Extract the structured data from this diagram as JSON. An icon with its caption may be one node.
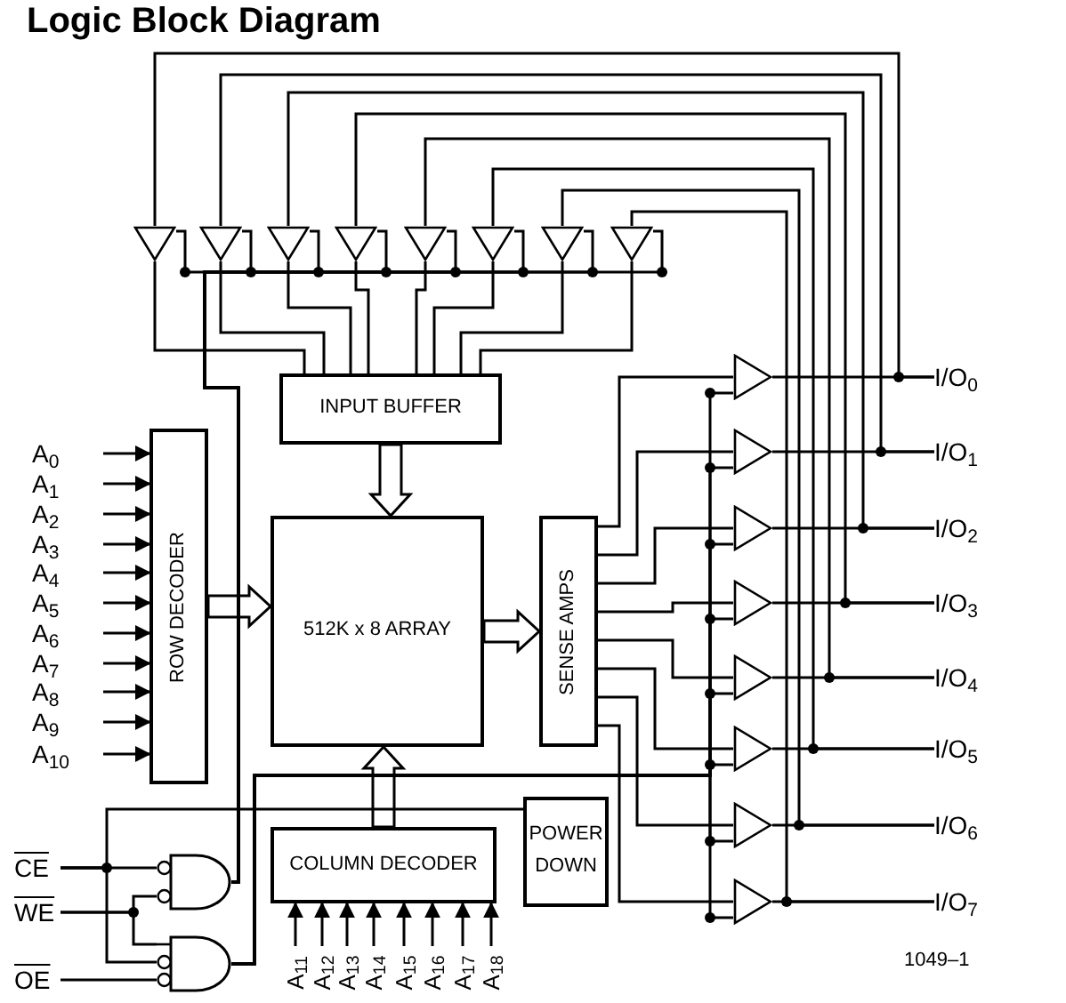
{
  "diagram": {
    "title": "Logic Block Diagram",
    "nodes": [
      {
        "text": [
          "INPUT BUFFER"
        ]
      },
      {
        "text": [
          "512K x 8 ARRAY"
        ]
      },
      {
        "text": [
          "ROW DECODER"
        ]
      },
      {
        "text": [
          "SENSE AMPS"
        ]
      },
      {
        "text": [
          "COLUMN DECODER"
        ]
      },
      {
        "text": [
          "POWER DOWN"
        ]
      },
      {
        "text": [
          "A$_{0}$"
        ]
      },
      {
        "text": [
          "A$_{1}$"
        ]
      },
      {
        "text": [
          "A$_{2}$"
        ]
      },
      {
        "text": [
          "A$_{3}$"
        ]
      },
      {
        "text": [
          "A$_{4}$"
        ]
      },
      {
        "text": [
          "A$_{5}$"
        ]
      },
      {
        "text": [
          "A$_{6}$"
        ]
      },
      {
        "text": [
          "A$_{7}$"
        ]
      },
      {
        "text": [
          "A$_{8}$"
        ]
      },
      {
        "text": [
          "A$_{9}$"
        ]
      },
      {
        "text": [
          "A$_{10}$"
        ]
      },
      {
        "text": [
          "A$_{11}$"
        ]
      },
      {
        "text": [
          "A$_{12}$"
        ]
      },
      {
        "text": [
          "A$_{13}$"
        ]
      },
      {
        "text": [
          "A$_{14}$"
        ]
      },
      {
        "text": [
          "A$_{15}$"
        ]
      },
      {
        "text": [
          "A$_{16}$"
        ]
      },
      {
        "text": [
          "A$_{17}$"
        ]
      },
      {
        "text": [
          "A$_{18}$"
        ]
      },
      {
        "text": [
          "CE"
        ]
      },
      {
        "text": [
          "WE"
        ]
      },
      {
        "text": [
          "OE"
        ]
      },
      {
        "text": [
          "I/O$_{0}$"
        ]
      },
      {
        "text": [
          "I/O$_{1}$"
        ]
      },
      {
        "text": [
          "I/O$_{2}$"
        ]
      },
      {
        "text": [
          "I/O$_{3}$"
        ]
      },
      {
        "text": [
          "I/O$_{4}$"
        ]
      },
      {
        "text": [
          "I/O$_{5}$"
        ]
      },
      {
        "text": [
          "I/O$_{6}$"
        ]
      },
      {
        "text": [
          "I/O$_{7}$"
        ]
      },
      {
        "text": [],
        "shape": "triangle"
      },
      {
        "text": [],
        "shape": "triangle"
      },
      {
        "text": [],
        "shape": "triangle"
      },
      {
        "text": [],
        "shape": "triangle"
      },
      {
        "text": [],
        "shape": "triangle"
      },
      {
        "text": [],
        "shape": "triangle"
      },
      {
        "text": [],
        "shape": "triangle"
      },
      {
        "text": [],
        "shape": "triangle"
      },
      {
        "text": [],
        "shape": "triangle"
      },
      {
        "text": [],
        "shape": "triangle"
      },
      {
        "text": [],
        "shape": "triangle"
      },
      {
        "text": [],
        "shape": "triangle"
      },
      {
        "text": [],
        "shape": "triangle"
      },
      {
        "text": [],
        "shape": "triangle"
      },
      {
        "text": [],
        "shape": "triangle"
      },
      {
        "text": [],
        "shape": "triangle"
      },
      {
        "text": [],
        "shape": "gate"
      },
      {
        "text": [],
        "shape": "gate"
      }
    ],
    "edges": [
      {
        "from": 6,
        "to": 2,
        "arrow": "to"
      },
      {
        "from": 7,
        "to": 2,
        "arrow": "to"
      },
      {
        "from": 8,
        "to": 2,
        "arrow": "to"
      },
      {
        "from": 9,
        "to": 2,
        "arrow": "to"
      },
      {
        "from": 10,
        "to": 2,
        "arrow": "to"
      },
      {
        "from": 11,
        "to": 2,
        "arrow": "to"
      },
      {
        "from": 12,
        "to": 2,
        "arrow": "to"
      },
      {
        "from": 13,
        "to": 2,
        "arrow": "to"
      },
      {
        "from": 14,
        "to": 2,
        "arrow": "to"
      },
      {
        "from": 15,
        "to": 2,
        "arrow": "to"
      },
      {
        "from": 16,
        "to": 2,
        "arrow": "to"
      },
      {
        "from": 17,
        "to": 4,
        "arrow": "to"
      },
      {
        "from": 18,
        "to": 4,
        "arrow": "to"
      },
      {
        "from": 19,
        "to": 4,
        "arrow": "to"
      },
      {
        "from": 20,
        "to": 4,
        "arrow": "to"
      },
      {
        "from": 21,
        "to": 4,
        "arrow": "to"
      },
      {
        "from": 22,
        "to": 4,
        "arrow": "to"
      },
      {
        "from": 23,
        "to": 4,
        "arrow": "to"
      },
      {
        "from": 24,
        "to": 4,
        "arrow": "to"
      },
      {
        "from": 0,
        "to": 1,
        "arrow": "to",
        "style": "thick"
      },
      {
        "from": 2,
        "to": 1,
        "arrow": "to",
        "style": "thick"
      },
      {
        "from": 4,
        "to": 1,
        "arrow": "to",
        "style": "thick"
      },
      {
        "from": 1,
        "to": 3,
        "arrow": "to",
        "style": "thick"
      },
      {
        "from": 25,
        "to": 52,
        "arrow": "none"
      },
      {
        "from": 26,
        "to": 52,
        "arrow": "none"
      },
      {
        "from": 26,
        "to": 53,
        "arrow": "none"
      },
      {
        "from": 25,
        "to": 53,
        "arrow": "none"
      },
      {
        "from": 27,
        "to": 53,
        "arrow": "none"
      },
      {
        "from": 25,
        "to": 5,
        "arrow": "none"
      },
      {
        "from": 52,
        "to": 36,
        "arrow": "none"
      },
      {
        "from": 52,
        "to": 37,
        "arrow": "none"
      },
      {
        "from": 52,
        "to": 38,
        "arrow": "none"
      },
      {
        "from": 52,
        "to": 39,
        "arrow": "none"
      },
      {
        "from": 52,
        "to": 40,
        "arrow": "none"
      },
      {
        "from": 52,
        "to": 41,
        "arrow": "none"
      },
      {
        "from": 52,
        "to": 42,
        "arrow": "none"
      },
      {
        "from": 52,
        "to": 43,
        "arrow": "none"
      },
      {
        "from": 53,
        "to": 44,
        "arrow": "none"
      },
      {
        "from": 53,
        "to": 45,
        "arrow": "none"
      },
      {
        "from": 53,
        "to": 46,
        "arrow": "none"
      },
      {
        "from": 53,
        "to": 47,
        "arrow": "none"
      },
      {
        "from": 53,
        "to": 48,
        "arrow": "none"
      },
      {
        "from": 53,
        "to": 49,
        "arrow": "none"
      },
      {
        "from": 53,
        "to": 50,
        "arrow": "none"
      },
      {
        "from": 53,
        "to": 51,
        "arrow": "none"
      },
      {
        "from": 3,
        "to": 44,
        "arrow": "none"
      },
      {
        "from": 3,
        "to": 45,
        "arrow": "none"
      },
      {
        "from": 3,
        "to": 46,
        "arrow": "none"
      },
      {
        "from": 3,
        "to": 47,
        "arrow": "none"
      },
      {
        "from": 3,
        "to": 48,
        "arrow": "none"
      },
      {
        "from": 3,
        "to": 49,
        "arrow": "none"
      },
      {
        "from": 3,
        "to": 50,
        "arrow": "none"
      },
      {
        "from": 3,
        "to": 51,
        "arrow": "none"
      },
      {
        "from": 44,
        "to": 28,
        "arrow": "none"
      },
      {
        "from": 45,
        "to": 29,
        "arrow": "none"
      },
      {
        "from": 46,
        "to": 30,
        "arrow": "none"
      },
      {
        "from": 47,
        "to": 31,
        "arrow": "none"
      },
      {
        "from": 48,
        "to": 32,
        "arrow": "none"
      },
      {
        "from": 49,
        "to": 33,
        "arrow": "none"
      },
      {
        "from": 50,
        "to": 34,
        "arrow": "none"
      },
      {
        "from": 51,
        "to": 35,
        "arrow": "none"
      },
      {
        "from": 28,
        "to": 36,
        "arrow": "none"
      },
      {
        "from": 29,
        "to": 37,
        "arrow": "none"
      },
      {
        "from": 30,
        "to": 38,
        "arrow": "none"
      },
      {
        "from": 31,
        "to": 39,
        "arrow": "none"
      },
      {
        "from": 32,
        "to": 40,
        "arrow": "none"
      },
      {
        "from": 33,
        "to": 41,
        "arrow": "none"
      },
      {
        "from": 34,
        "to": 42,
        "arrow": "none"
      },
      {
        "from": 35,
        "to": 43,
        "arrow": "none"
      },
      {
        "from": 36,
        "to": 0,
        "arrow": "none"
      },
      {
        "from": 37,
        "to": 0,
        "arrow": "none"
      },
      {
        "from": 38,
        "to": 0,
        "arrow": "none"
      },
      {
        "from": 39,
        "to": 0,
        "arrow": "none"
      },
      {
        "from": 40,
        "to": 0,
        "arrow": "none"
      },
      {
        "from": 41,
        "to": 0,
        "arrow": "none"
      },
      {
        "from": 42,
        "to": 0,
        "arrow": "none"
      },
      {
        "from": 43,
        "to": 0,
        "arrow": "none"
      }
    ],
    "labels": [
      "1049–1"
    ]
  }
}
